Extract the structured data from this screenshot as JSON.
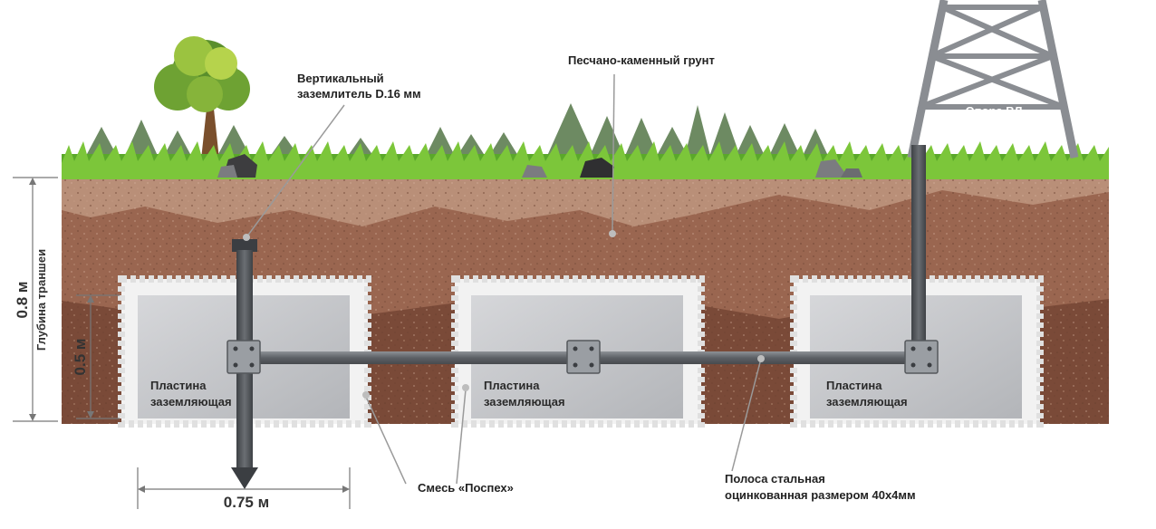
{
  "labels": {
    "vertical_electrode_line1": "Вертикальный",
    "vertical_electrode_line2": "заземлитель D.16 мм",
    "soil": "Песчано-каменный грунт",
    "tower": "Опора ВЛ",
    "plate_line1": "Пластина",
    "plate_line2": "заземляющая",
    "mix": "Смесь «Поспех»",
    "strip_line1": "Полоса стальная",
    "strip_line2": "оцинкованная размером 40х4мм"
  },
  "dimensions": {
    "trench_depth": "0.8 м",
    "trench_depth_label": "Глубина траншеи",
    "plate_height": "0.5 м",
    "plate_width": "0.75 м"
  },
  "colors": {
    "grass": "#5aa82a",
    "topsoil": "#b98f78",
    "soil": "#9a6650",
    "deep_soil": "#7a4a38",
    "plate": "#c4c5c8",
    "gravel": "#f2f2f2",
    "steel": "#6d7176",
    "tower": "#8a8d92"
  }
}
